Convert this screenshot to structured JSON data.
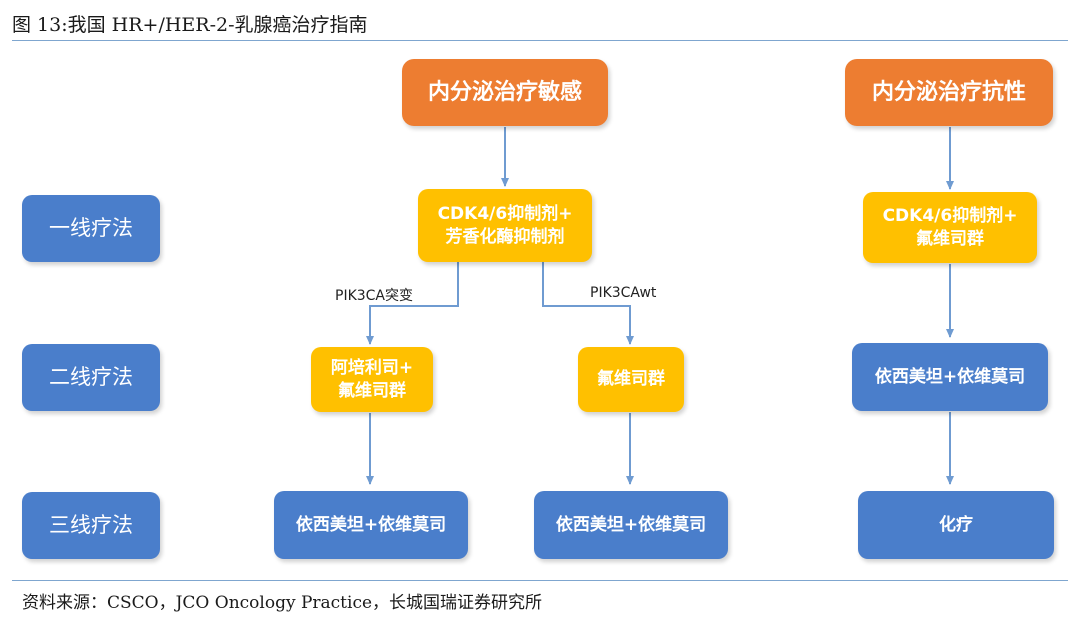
{
  "figure": {
    "title": "图 13:我国 HR+/HER-2-乳腺癌治疗指南",
    "source": "资料来源：CSCO，JCO Oncology Practice，长城国瑞证券研究所"
  },
  "row_labels": {
    "first": "一线疗法",
    "second": "二线疗法",
    "third": "三线疗法"
  },
  "sensitive": {
    "header": "内分泌治疗敏感",
    "first_line": "CDK4/6抑制剂+\n芳香化酶抑制剂",
    "branch_mutant_label": "PIK3CA突变",
    "branch_wt_label": "PIK3CAwt",
    "second_line_mutant": "阿培利司+\n氟维司群",
    "second_line_wt": "氟维司群",
    "third_line_mutant": "依西美坦+依维莫司",
    "third_line_wt": "依西美坦+依维莫司"
  },
  "resistant": {
    "header": "内分泌治疗抗性",
    "first_line": "CDK4/6抑制剂+\n氟维司群",
    "second_line": "依西美坦+依维莫司",
    "third_line": "化疗"
  },
  "colors": {
    "header": "#ed7d31",
    "drug": "#ffc000",
    "regimen": "#4a7ecb",
    "connector": "#6f9bd1"
  }
}
